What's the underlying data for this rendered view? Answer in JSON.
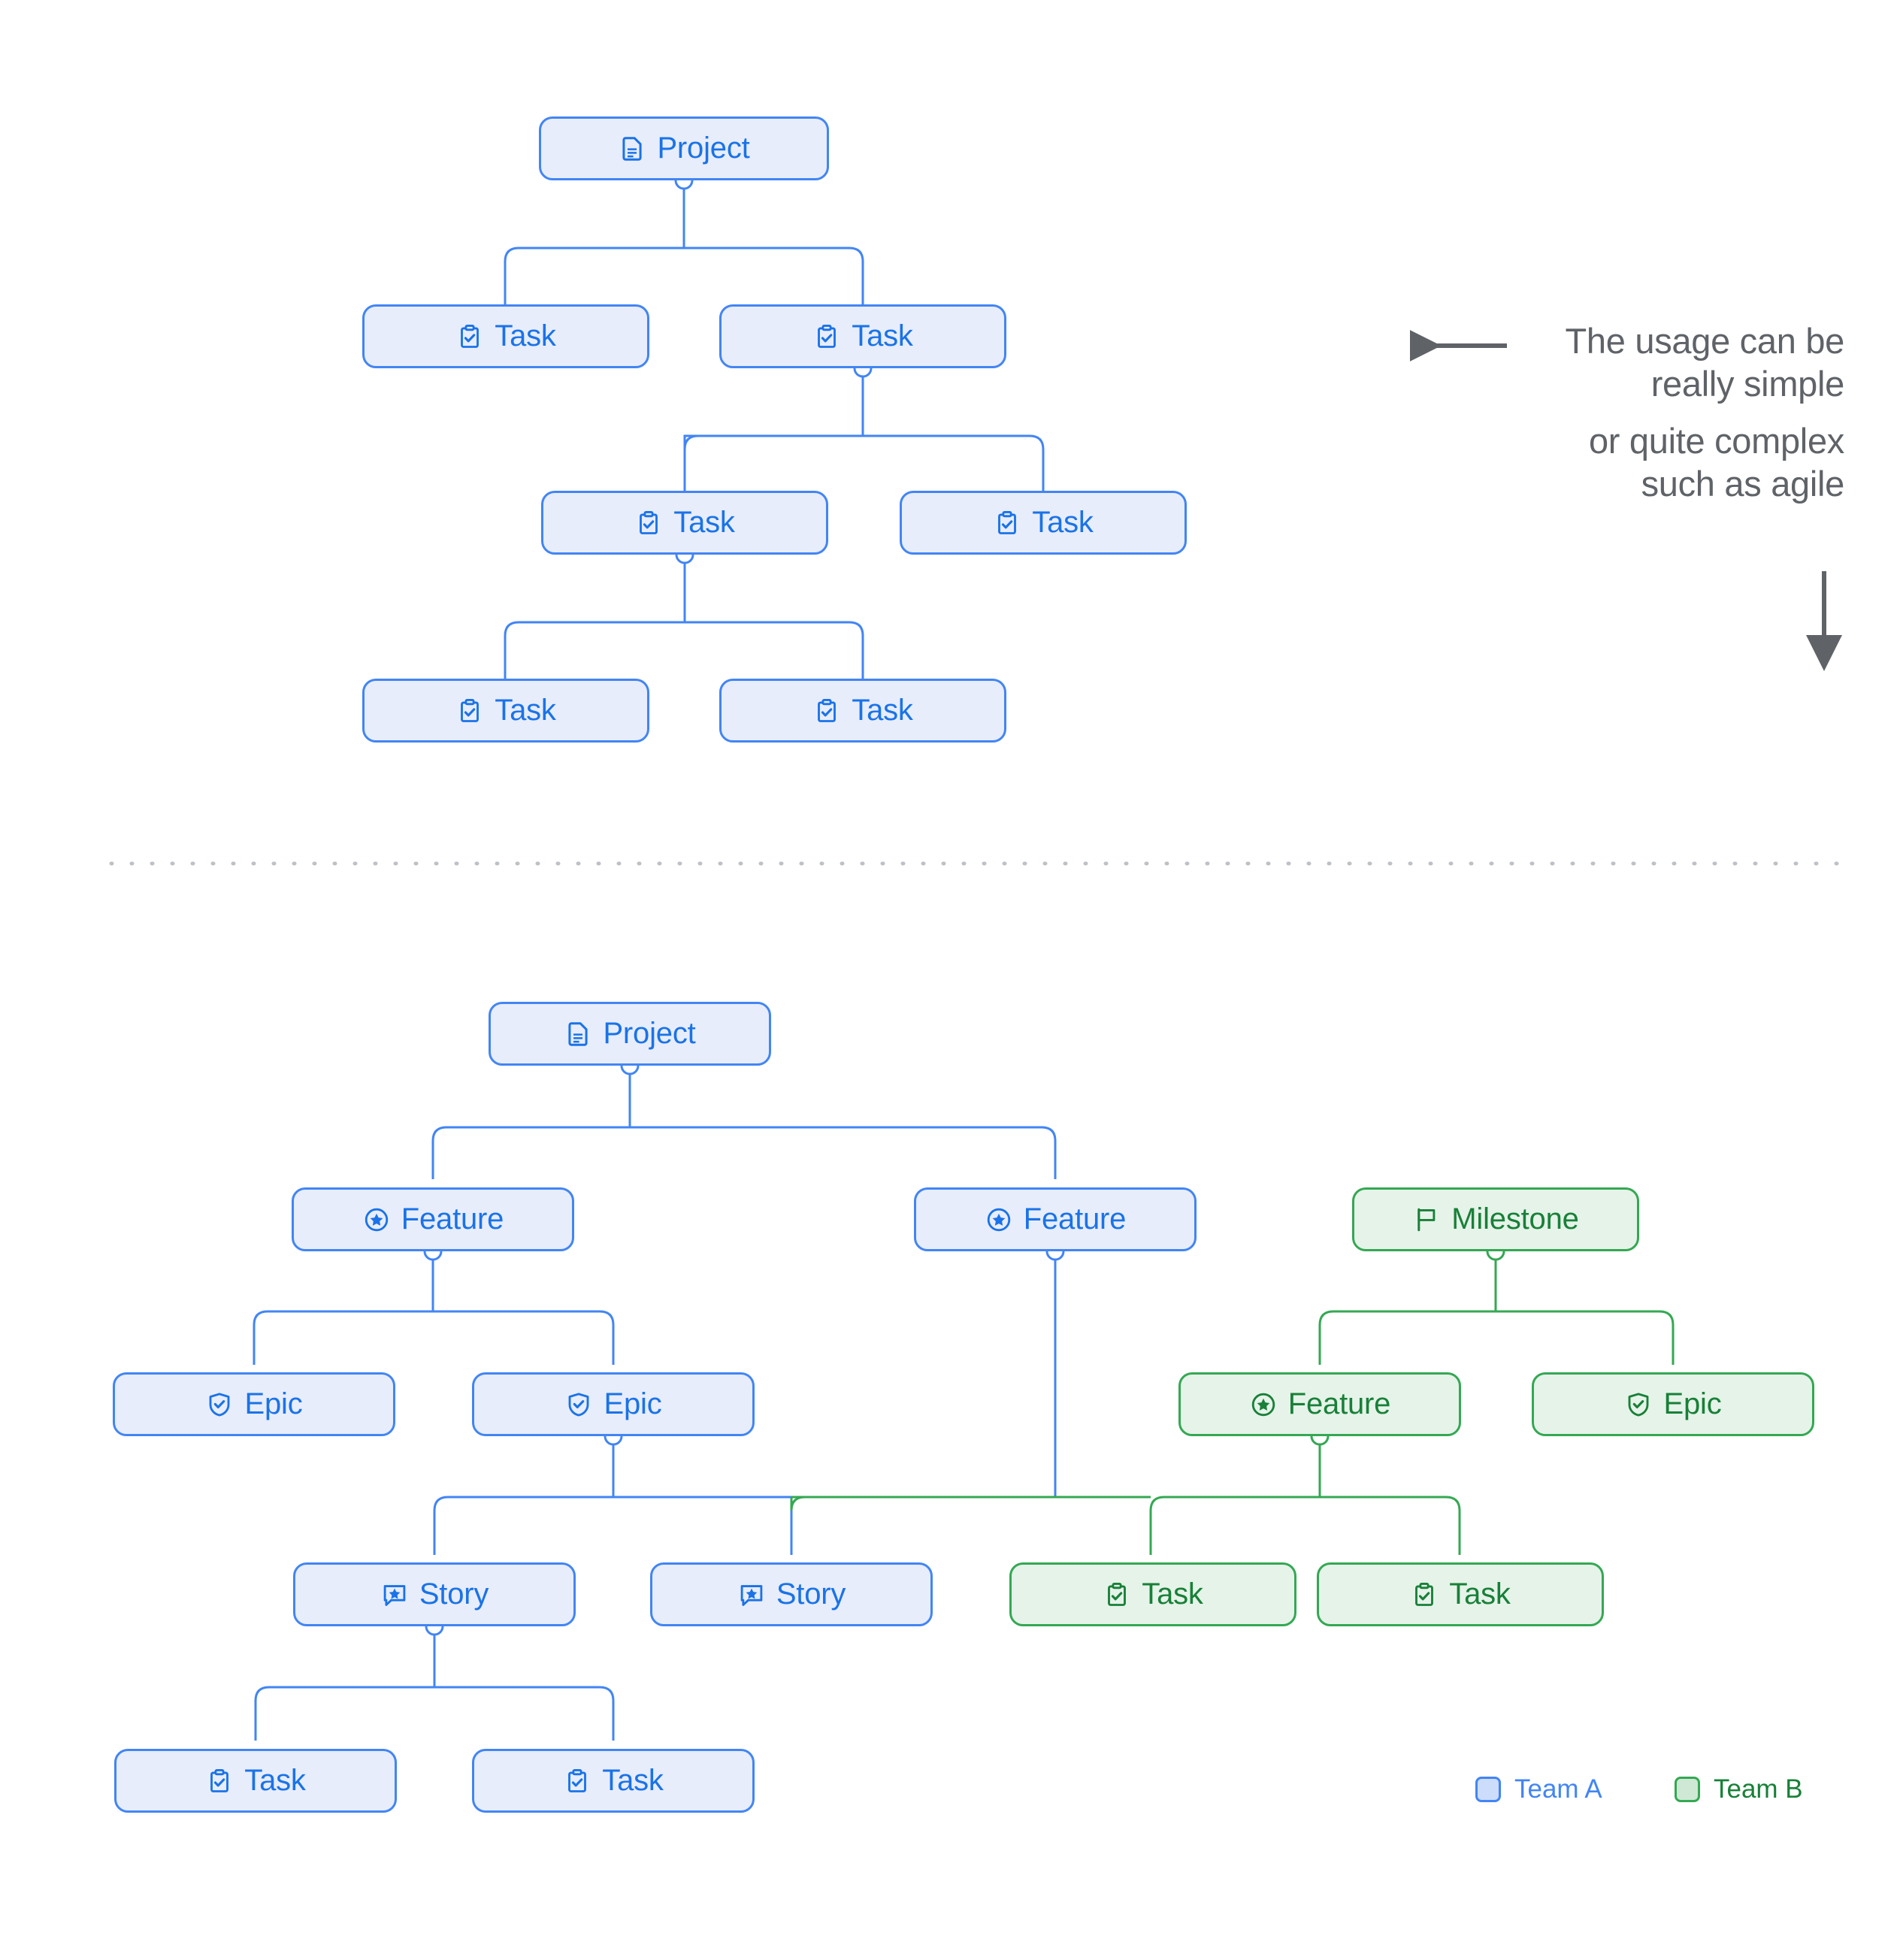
{
  "diagram": {
    "title_text_annotation": {
      "lines": [
        "The usage can be",
        "really simple",
        "or quite complex",
        "such as agile"
      ],
      "arrow_left": "left-arrow",
      "arrow_down": "down-arrow",
      "color": "#5f6368"
    },
    "colors": {
      "team_a_border": "#4285f4",
      "team_a_fill": "#e8edfb",
      "team_a_text": "#1a73e8",
      "team_b_border": "#34a853",
      "team_b_fill": "#e6f3e9",
      "team_b_text": "#188038",
      "divider": "#bdc1c6",
      "annotation": "#5f6368"
    },
    "top_tree": {
      "nodes": [
        {
          "id": "t-project",
          "label": "Project",
          "icon": "document-icon",
          "team": "blue"
        },
        {
          "id": "t-task-1",
          "label": "Task",
          "icon": "clipboard-check-icon",
          "team": "blue"
        },
        {
          "id": "t-task-2",
          "label": "Task",
          "icon": "clipboard-check-icon",
          "team": "blue"
        },
        {
          "id": "t-task-3",
          "label": "Task",
          "icon": "clipboard-check-icon",
          "team": "blue"
        },
        {
          "id": "t-task-4",
          "label": "Task",
          "icon": "clipboard-check-icon",
          "team": "blue"
        },
        {
          "id": "t-task-5",
          "label": "Task",
          "icon": "clipboard-check-icon",
          "team": "blue"
        },
        {
          "id": "t-task-6",
          "label": "Task",
          "icon": "clipboard-check-icon",
          "team": "blue"
        }
      ]
    },
    "bottom_tree": {
      "nodes": [
        {
          "id": "b-project",
          "label": "Project",
          "icon": "document-icon",
          "team": "blue"
        },
        {
          "id": "b-feature-1",
          "label": "Feature",
          "icon": "star-circle-icon",
          "team": "blue"
        },
        {
          "id": "b-feature-2",
          "label": "Feature",
          "icon": "star-circle-icon",
          "team": "blue"
        },
        {
          "id": "b-milestone",
          "label": "Milestone",
          "icon": "flag-icon",
          "team": "green"
        },
        {
          "id": "b-epic-1",
          "label": "Epic",
          "icon": "shield-check-icon",
          "team": "blue"
        },
        {
          "id": "b-epic-2",
          "label": "Epic",
          "icon": "shield-check-icon",
          "team": "blue"
        },
        {
          "id": "b-feature-3",
          "label": "Feature",
          "icon": "star-circle-icon",
          "team": "green"
        },
        {
          "id": "b-epic-3",
          "label": "Epic",
          "icon": "shield-check-icon",
          "team": "green"
        },
        {
          "id": "b-story-1",
          "label": "Story",
          "icon": "chat-star-icon",
          "team": "blue"
        },
        {
          "id": "b-story-2",
          "label": "Story",
          "icon": "chat-star-icon",
          "team": "blue"
        },
        {
          "id": "b-task-1",
          "label": "Task",
          "icon": "clipboard-check-icon",
          "team": "green"
        },
        {
          "id": "b-task-2",
          "label": "Task",
          "icon": "clipboard-check-icon",
          "team": "green"
        },
        {
          "id": "b-task-3",
          "label": "Task",
          "icon": "clipboard-check-icon",
          "team": "blue"
        },
        {
          "id": "b-task-4",
          "label": "Task",
          "icon": "clipboard-check-icon",
          "team": "blue"
        }
      ]
    },
    "legend": {
      "items": [
        {
          "label": "Team A",
          "team": "blue"
        },
        {
          "label": "Team B",
          "team": "green"
        }
      ]
    }
  }
}
